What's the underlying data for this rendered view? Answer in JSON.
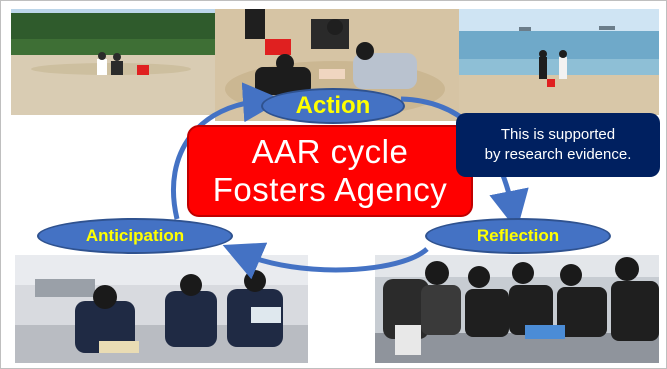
{
  "center_box": {
    "line1": "AAR cycle",
    "line2": "Fosters Agency"
  },
  "stages": {
    "action": "Action",
    "anticipation": "Anticipation",
    "reflection": "Reflection"
  },
  "callout": {
    "line1": "This is supported",
    "line2": "by research evidence."
  },
  "colors": {
    "center_box": "#ff0000",
    "stage_oval": "#4472c4",
    "stage_text": "#ffff00",
    "callout_bg": "#002060",
    "arrow": "#4472c4"
  },
  "photos": [
    {
      "name": "students-sampling-sand-on-beach"
    },
    {
      "name": "students-digging-in-sand"
    },
    {
      "name": "students-walking-on-shore-with-bucket"
    },
    {
      "name": "students-reading-in-classroom"
    },
    {
      "name": "students-working-in-lab"
    }
  ]
}
